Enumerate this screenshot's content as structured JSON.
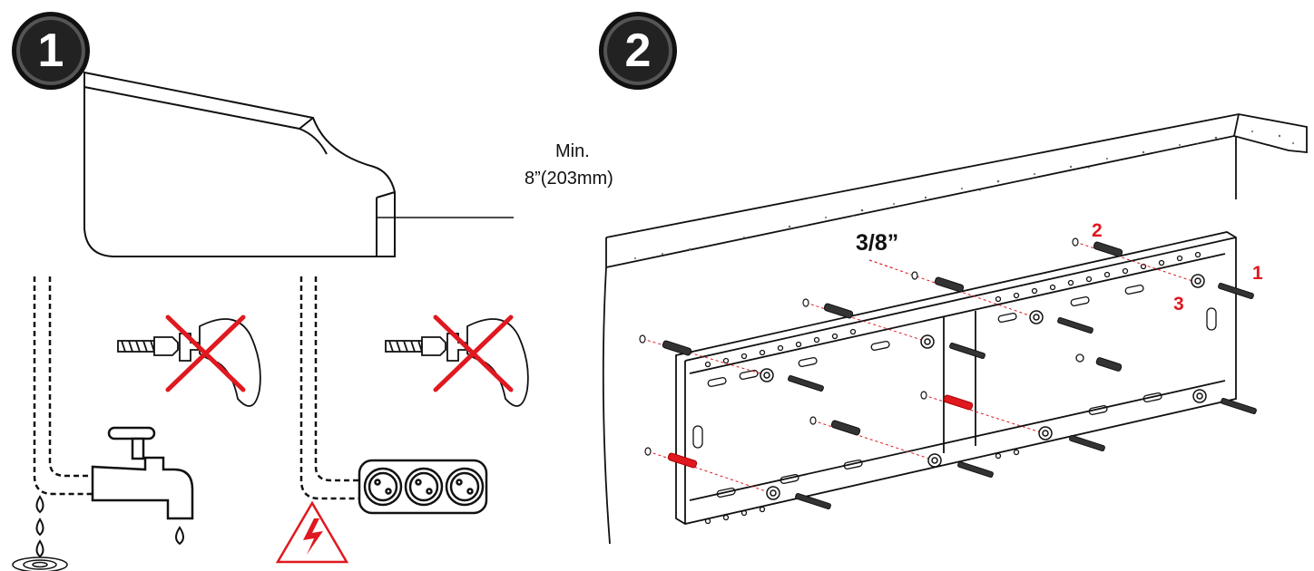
{
  "step1": {
    "number": "1",
    "min_label": "Min.",
    "min_value": "8”(203mm)"
  },
  "step2": {
    "number": "2",
    "size_label": "3/8”",
    "order_labels": [
      "1",
      "2",
      "3"
    ]
  },
  "colors": {
    "warning_red": "#e0181f",
    "line_dark": "#111111",
    "badge": "#222222"
  },
  "icons": [
    "drill-icon",
    "prohibited-cross-icon",
    "water-faucet-icon",
    "water-drop-icon",
    "power-outlet-icon",
    "electric-hazard-icon",
    "wall-anchor-icon",
    "screw-icon",
    "washer-icon"
  ]
}
